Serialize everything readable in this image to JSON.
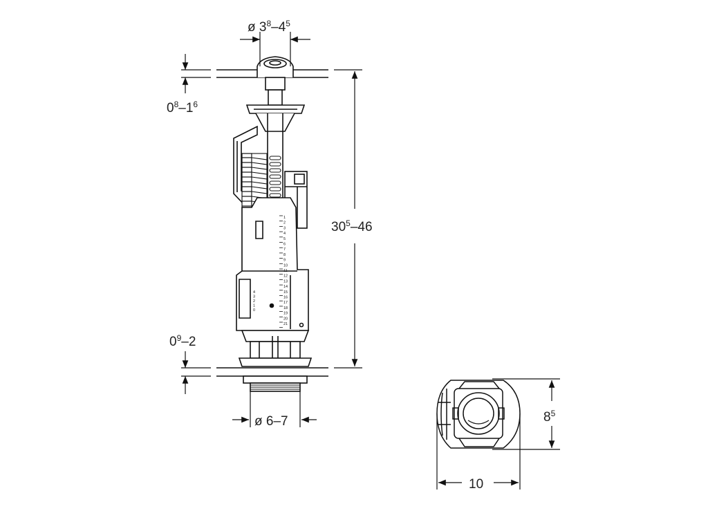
{
  "dimensions": {
    "button_diameter": {
      "prefix": "ø 3",
      "sup1": "8",
      "dash": "–4",
      "sup2": "5"
    },
    "button_thickness": {
      "base1": "0",
      "sup1": "8",
      "dash": "–1",
      "sup2": "6"
    },
    "height": {
      "base1": "30",
      "sup1": "5",
      "dash": "–46"
    },
    "bottom_thickness": {
      "base1": "0",
      "sup1": "9",
      "dash": "–2"
    },
    "outlet_diameter": {
      "text": "ø 6–7"
    },
    "top_view_height": {
      "base1": "8",
      "sup1": "5"
    },
    "top_view_width": {
      "text": "10"
    }
  },
  "scale_outer": [
    "1",
    "2",
    "3",
    "4",
    "5",
    "6",
    "7",
    "8",
    "9",
    "10",
    "11",
    "12",
    "13",
    "14",
    "15",
    "16",
    "17",
    "18",
    "19",
    "20",
    "21"
  ],
  "scale_inner": [
    "4",
    "3",
    "2",
    "1",
    "0"
  ]
}
